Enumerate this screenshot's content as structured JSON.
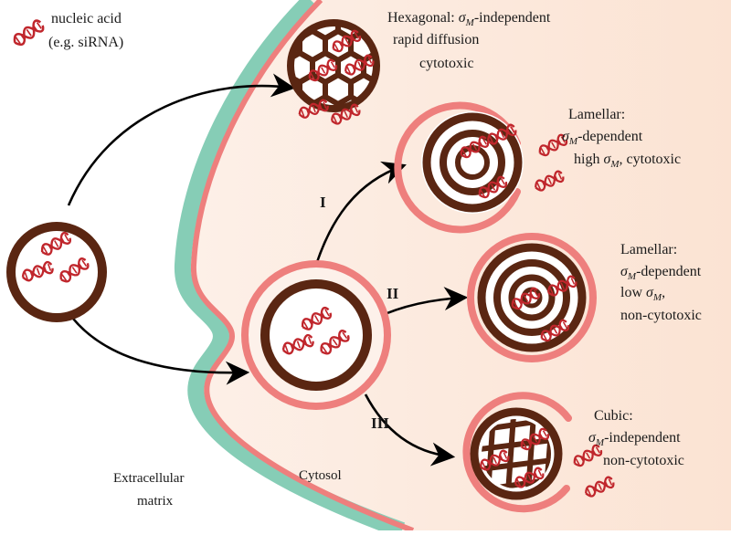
{
  "legend": {
    "line1": "nucleic acid",
    "line2": "(e.g. siRNA)"
  },
  "hexagonal": {
    "line1_prefix": "Hexagonal: ",
    "sigma": "σ",
    "sub": "M",
    "line1_suffix": "-independent",
    "line2": "rapid diffusion",
    "line3": "cytotoxic"
  },
  "lamellar_high": {
    "line1": "Lamellar:",
    "sigma": "σ",
    "sub": "M",
    "line2_suffix": "-dependent",
    "line3_prefix": "high ",
    "line3_suffix": ", cytotoxic"
  },
  "lamellar_low": {
    "line1": "Lamellar:",
    "sigma": "σ",
    "sub": "M",
    "line2_suffix": "-dependent",
    "line3_prefix": "low ",
    "line3_suffix": ",",
    "line4": "non-cytotoxic"
  },
  "cubic": {
    "line1": "Cubic:",
    "sigma": "σ",
    "sub": "M",
    "line2_suffix": "-independent",
    "line3": "non-cytotoxic"
  },
  "pathways": {
    "one": "I",
    "two": "II",
    "three": "III"
  },
  "regions": {
    "extracellular_line1": "Extracellular",
    "extracellular_line2": "matrix",
    "cytosol": "Cytosol"
  },
  "colors": {
    "lipid": "#5a2612",
    "membrane_inner": "#ee7f7d",
    "membrane_outer": "#86cdb6",
    "nucleic_acid": "#c0262c",
    "cytosol_fill": "#fce8dc",
    "arrow": "#000000"
  }
}
